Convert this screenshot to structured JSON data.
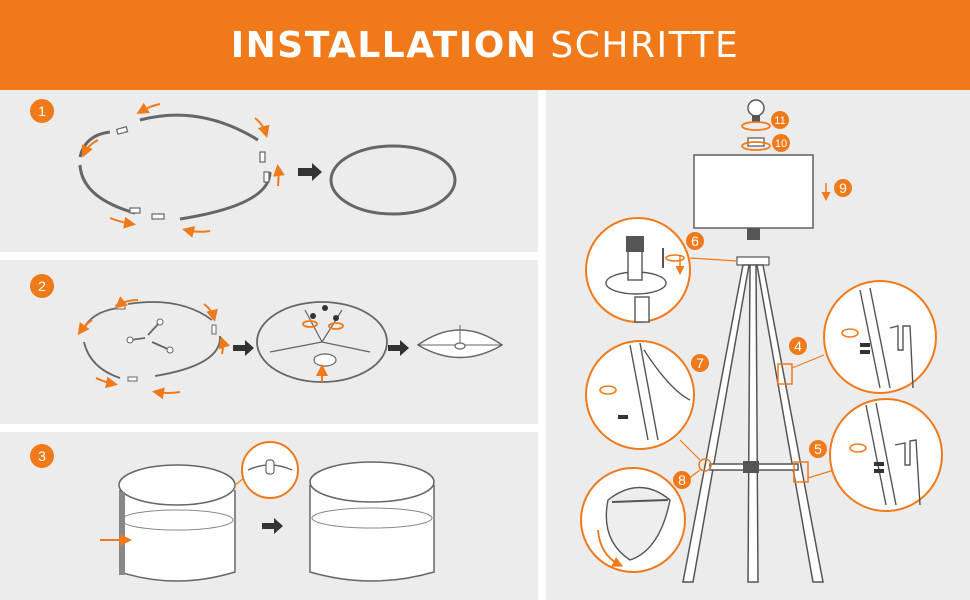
{
  "header": {
    "title_bold": "INSTALLATION",
    "title_light": "SCHRITTE"
  },
  "steps": [
    {
      "number": "1"
    },
    {
      "number": "2"
    },
    {
      "number": "3"
    },
    {
      "number": "4"
    },
    {
      "number": "5"
    },
    {
      "number": "6"
    },
    {
      "number": "7"
    },
    {
      "number": "8"
    },
    {
      "number": "9"
    },
    {
      "number": "10"
    },
    {
      "number": "11"
    }
  ],
  "colors": {
    "accent": "#f07a1a",
    "panel_bg": "#ececec",
    "line": "#555555"
  },
  "icons": [
    "arrow-right-icon",
    "rotate-icon",
    "bulb-icon",
    "screw-icon"
  ]
}
